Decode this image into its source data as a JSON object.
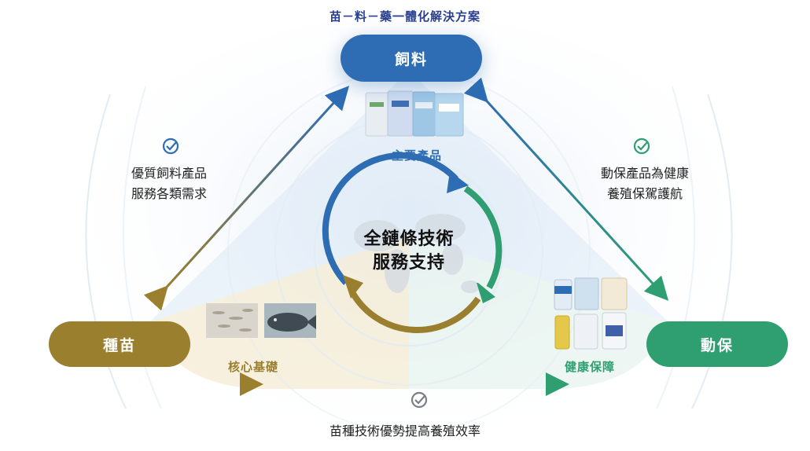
{
  "title": "苗－料－藥一體化解決方案",
  "nodes": {
    "feed": "飼料",
    "seed": "種苗",
    "health": "動保"
  },
  "captions": {
    "products": "主要產品",
    "core": "核心基礎",
    "health": "健康保障"
  },
  "center": {
    "line1": "全鏈條技術",
    "line2": "服務支持"
  },
  "notes": {
    "left_line1": "優質飼料產品",
    "left_line2": "服務各類需求",
    "right_line1": "動保產品為健康",
    "right_line2": "養殖保駕護航",
    "bottom": "苗種技術優勢提高養殖效率"
  },
  "colors": {
    "blue": "#2e6db3",
    "gold": "#9a7f2e",
    "green": "#2f9f72",
    "title": "#2b3f8f"
  },
  "icons": [
    "check-circle-icon",
    "check-circle-icon",
    "check-circle-icon",
    "world-map-icon"
  ]
}
